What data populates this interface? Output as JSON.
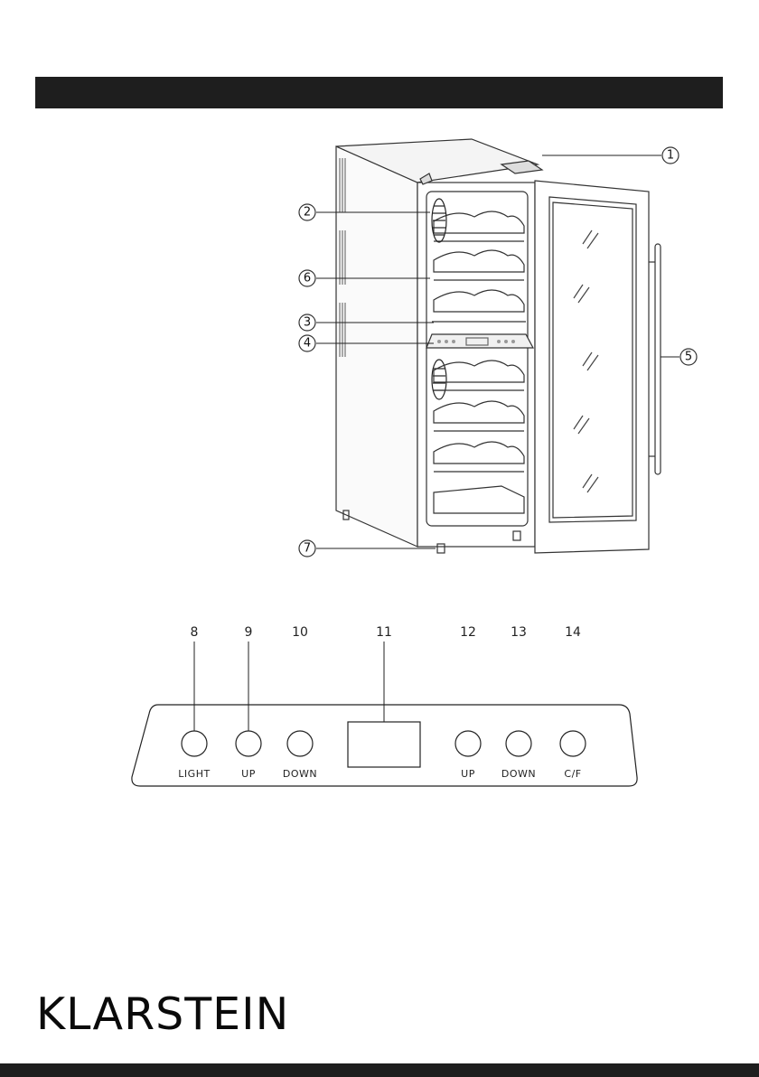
{
  "diagram": {
    "callouts": [
      "1",
      "2",
      "3",
      "4",
      "5",
      "6",
      "7"
    ],
    "panel": {
      "numbers": [
        "8",
        "9",
        "10",
        "11",
        "12",
        "13",
        "14"
      ],
      "labels": [
        "LIGHT",
        "UP",
        "DOWN",
        "UP",
        "DOWN",
        "C/F"
      ]
    }
  },
  "brand": {
    "name": "KLARSTEIN"
  },
  "colors": {
    "bar": "#1e1e1e",
    "line": "#333333"
  }
}
